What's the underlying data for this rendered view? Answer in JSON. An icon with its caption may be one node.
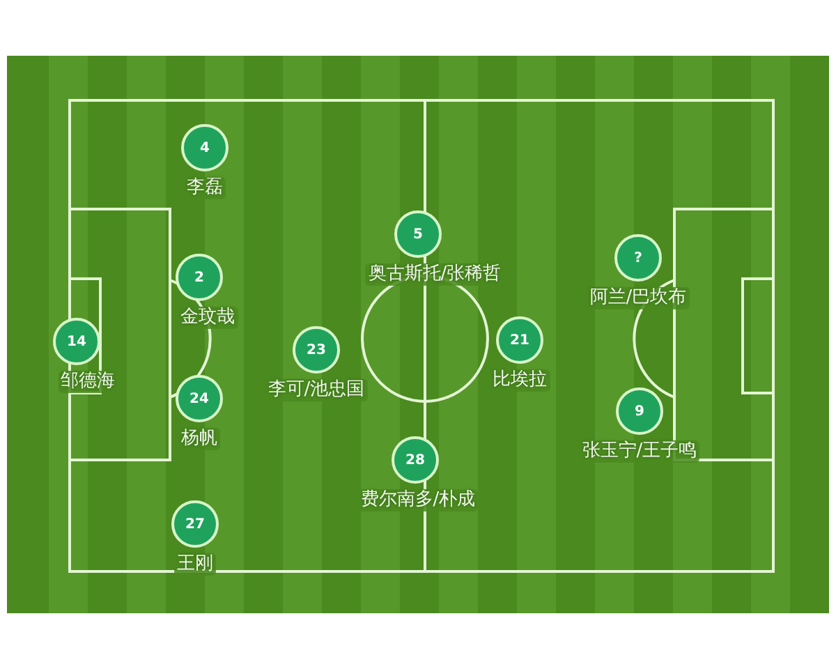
{
  "diagram": {
    "nodes": [
      {
        "text": [
          "14",
          "邹德海"
        ]
      },
      {
        "text": [
          "4",
          "李磊"
        ]
      },
      {
        "text": [
          "2",
          "金玟哉"
        ]
      },
      {
        "text": [
          "24",
          "杨帆"
        ]
      },
      {
        "text": [
          "27",
          "王刚"
        ]
      },
      {
        "text": [
          "23",
          "李可/池忠国"
        ]
      },
      {
        "text": [
          "5",
          "奥古斯托/张稀哲"
        ]
      },
      {
        "text": [
          "28",
          "费尔南多/朴成"
        ]
      },
      {
        "text": [
          "21",
          "比埃拉"
        ]
      },
      {
        "text": [
          "?",
          "阿兰/巴坎布"
        ]
      },
      {
        "text": [
          "9",
          "张玉宁/王子鸣"
        ]
      }
    ]
  }
}
